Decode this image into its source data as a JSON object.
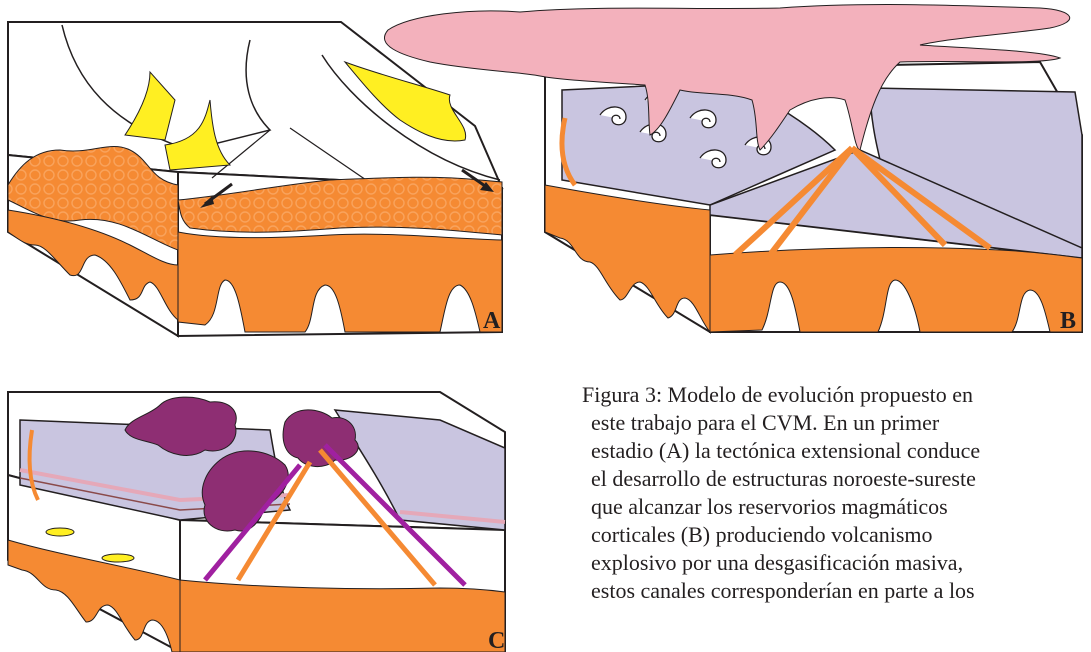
{
  "panels": {
    "a": "A",
    "b": "B",
    "c": "C"
  },
  "caption_lines": [
    "Figura 3: Modelo de evolución propuesto en",
    "este  trabajo  para  el  CVM.  En  un  primer",
    "estadio (A) la tectónica extensional conduce",
    "el desarrollo de estructuras noroeste-sureste",
    "que  alcanzar  los  reservorios  magmáticos",
    "corticales    (B)    produciendo    volcanismo",
    "explosivo por una desgasificación masiva,",
    "estos canales corresponderían en parte a los"
  ],
  "colors": {
    "magma": "#f58a33",
    "magma_light": "#f9a35c",
    "layer": "#c9c5e0",
    "plume": "#f3b1bc",
    "dome": "#8e2e73",
    "dike": "#a020a0",
    "yellow": "#ffef22",
    "outline": "#231f20"
  }
}
